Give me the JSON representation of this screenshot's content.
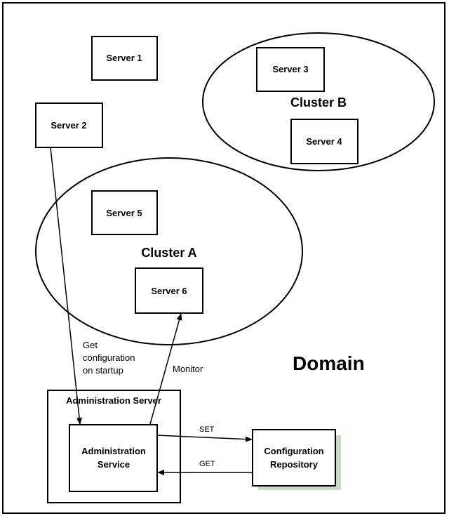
{
  "domain_label": "Domain",
  "servers": {
    "s1": "Server 1",
    "s2": "Server 2",
    "s3": "Server 3",
    "s4": "Server 4",
    "s5": "Server 5",
    "s6": "Server 6"
  },
  "clusters": {
    "a": "Cluster A",
    "b": "Cluster B"
  },
  "admin_server": {
    "title": "Administration Server",
    "service_line1": "Administration",
    "service_line2": "Service"
  },
  "config_repo": {
    "line1": "Configuration",
    "line2": "Repository",
    "shadow_color": "#c5dcc3"
  },
  "arrows": {
    "startup_line1": "Get",
    "startup_line2": "configuration",
    "startup_line3": "on startup",
    "monitor": "Monitor",
    "set": "SET",
    "get": "GET"
  }
}
